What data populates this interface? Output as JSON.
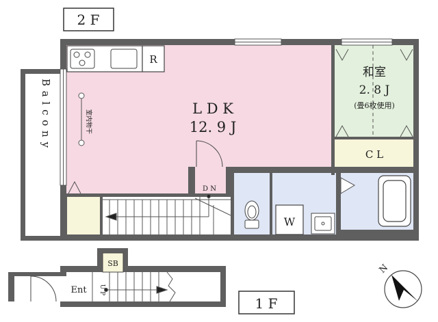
{
  "floor_2f": {
    "label": "2 F"
  },
  "floor_1f": {
    "label": "1 F"
  },
  "rooms": {
    "ldk": {
      "name": "L D K",
      "size": "12. 9 J"
    },
    "washitsu": {
      "name": "和室",
      "size": "2. 8 J",
      "note": "(畳6枚使用)"
    },
    "closet": {
      "name": "C L"
    },
    "washer": {
      "name": "W"
    },
    "refrigerator": {
      "name": "R"
    },
    "balcony": {
      "name": "B a l c o n y"
    },
    "indoor_dryer": {
      "name": "室内物干"
    },
    "entrance": {
      "name": "Ent"
    },
    "shoe_box": {
      "name": "SB"
    }
  },
  "stairs": {
    "down": "D N",
    "up": "U P"
  },
  "compass": {
    "label": "N"
  },
  "colors": {
    "wall": "#5f5f5f",
    "ldk": "#f6d9e3",
    "washitsu": "#e3f0dd",
    "closet": "#f7f5da",
    "storage": "#f7f5da",
    "wet_area": "#dfe6f5"
  }
}
